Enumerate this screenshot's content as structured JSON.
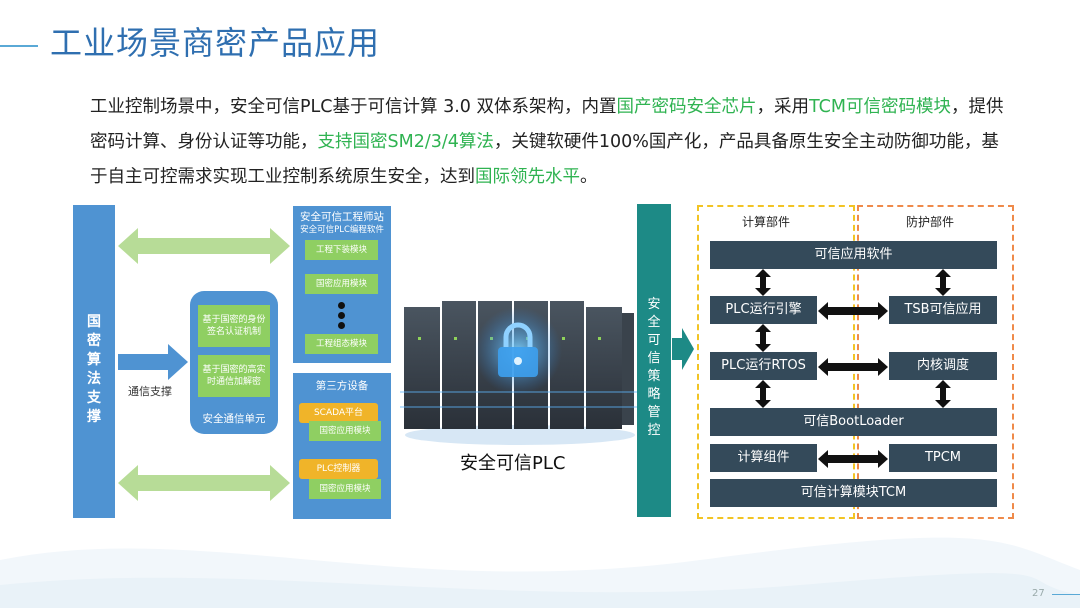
{
  "header": {
    "title": "工业场景商密产品应用"
  },
  "intro": {
    "s1": "工业控制场景中，安全可信PLC基于可信计算 3.0 双体系架构，内置",
    "h1": "国产密码安全芯片",
    "s2": "，采用",
    "h2": "TCM可信密码模块",
    "s3": "，提供密码计算、身份认证等功能，",
    "h3": "支持国密SM2/3/4算法",
    "s4": "，关键软硬件100%国产化，产品具备原生安全主动防御功能，基于自主可控需求实现工业控制系统原生安全，达到",
    "h4": "国际领先水平",
    "s5": "。"
  },
  "left": {
    "pillar_label": "国\n密\n算\n法\n支\n撑",
    "comm_label": "通信支撑",
    "sec_unit": {
      "item1": "基于国密的身份签名认证机制",
      "item2": "基于国密的高实时通信加解密",
      "caption": "安全通信单元"
    }
  },
  "engineer": {
    "title": "安全可信工程师站",
    "subtitle": "安全可信PLC编程软件",
    "items": [
      "工程下装模块",
      "国密应用模块",
      "工程组态模块"
    ]
  },
  "third_party": {
    "title": "第三方设备",
    "scada": "SCADA平台",
    "scada_mod": "国密应用模块",
    "plc": "PLC控制器",
    "plc_mod": "国密应用模块"
  },
  "plc": {
    "label": "安全可信PLC"
  },
  "policy": {
    "label": "安\n全\n可\n信\n策\n略\n管\n控"
  },
  "arch": {
    "compute_caption": "计算部件",
    "protect_caption": "防护部件",
    "trusted_app_sw": "可信应用软件",
    "plc_engine": "PLC运行引擎",
    "tsb_app": "TSB可信应用",
    "plc_rtos": "PLC运行RTOS",
    "kernel_sched": "内核调度",
    "bootloader": "可信BootLoader",
    "compute_comp": "计算组件",
    "tpcm": "TPCM",
    "tcm": "可信计算模块TCM"
  },
  "footer": {
    "page": "27"
  },
  "colors": {
    "blue": "#4f93d2",
    "green": "#8fcf62",
    "orange": "#f0b429",
    "teal": "#1d8a86",
    "dark": "#344a5a",
    "title": "#2f6fb0",
    "highlight": "#2fb351"
  }
}
